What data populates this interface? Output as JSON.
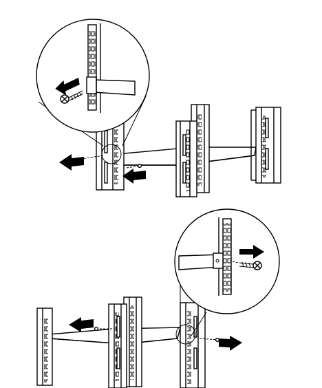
{
  "figure": {
    "panels": [
      {
        "name": "install-rail-front",
        "direction": "left",
        "detail_view": true
      },
      {
        "name": "install-rail-rear",
        "direction": "right",
        "detail_view": true
      }
    ],
    "icons": [
      "arrow-left-icon",
      "arrow-right-icon",
      "screw-icon",
      "rack-post-icon"
    ],
    "line_color": "#000000",
    "background_color": "#ffffff"
  }
}
